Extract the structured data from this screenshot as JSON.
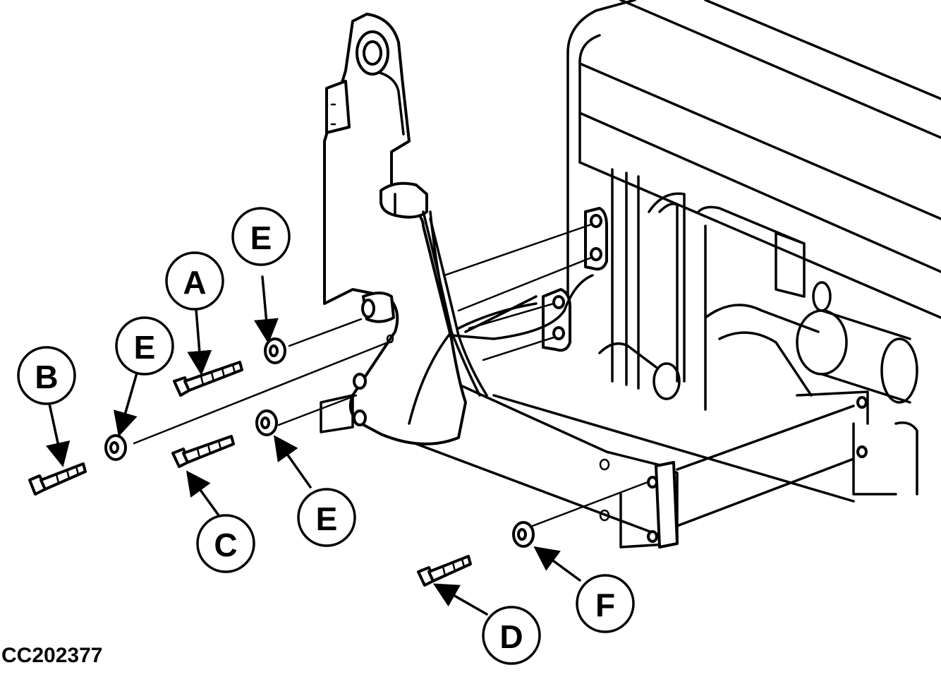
{
  "figure_code": "CC202377",
  "callouts": {
    "a": "A",
    "b": "B",
    "c": "C",
    "d": "D",
    "e1": "E",
    "e2": "E",
    "e3": "E",
    "f": "F"
  }
}
